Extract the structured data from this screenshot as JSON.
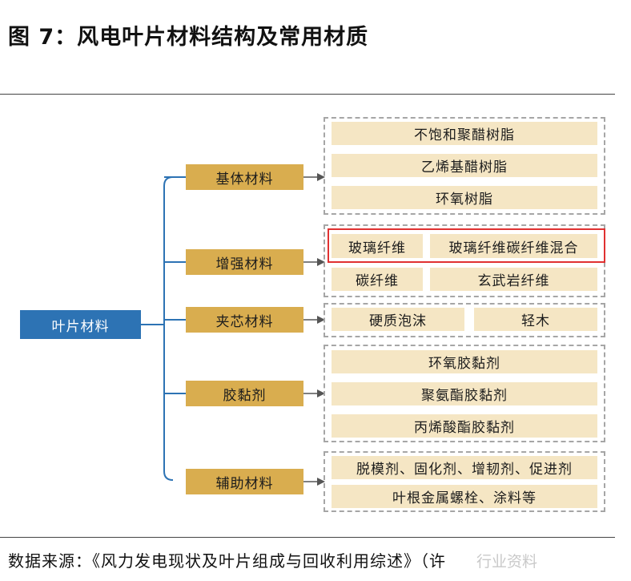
{
  "title": "图 7：风电叶片材料结构及常用材质",
  "root": "叶片材料",
  "categories": [
    "基体材料",
    "增强材料",
    "夹芯材料",
    "胶黏剂",
    "辅助材料"
  ],
  "leaves": {
    "matrix": [
      "不饱和聚醋树脂",
      "乙烯基醋树脂",
      "环氧树脂"
    ],
    "reinforce": [
      "玻璃纤维",
      "玻璃纤维碳纤维混合",
      "碳纤维",
      "玄武岩纤维"
    ],
    "core": [
      "硬质泡沫",
      "轻木"
    ],
    "adhesive": [
      "环氧胶黏剂",
      "聚氨酯胶黏剂",
      "丙烯酸酯胶黏剂"
    ],
    "auxiliary": [
      "脱模剂、固化剂、增韧剂、促进剂",
      "叶根金属螺栓、涂料等"
    ]
  },
  "source": "数据来源：《风力发电现状及叶片组成与回收利用综述》（许",
  "watermark": "行业资料",
  "colors": {
    "root": "#2d73b4",
    "category": "#d9ad4f",
    "leaf": "#f5e6c4",
    "highlight": "#e03131",
    "connector": "#2d73b4"
  }
}
